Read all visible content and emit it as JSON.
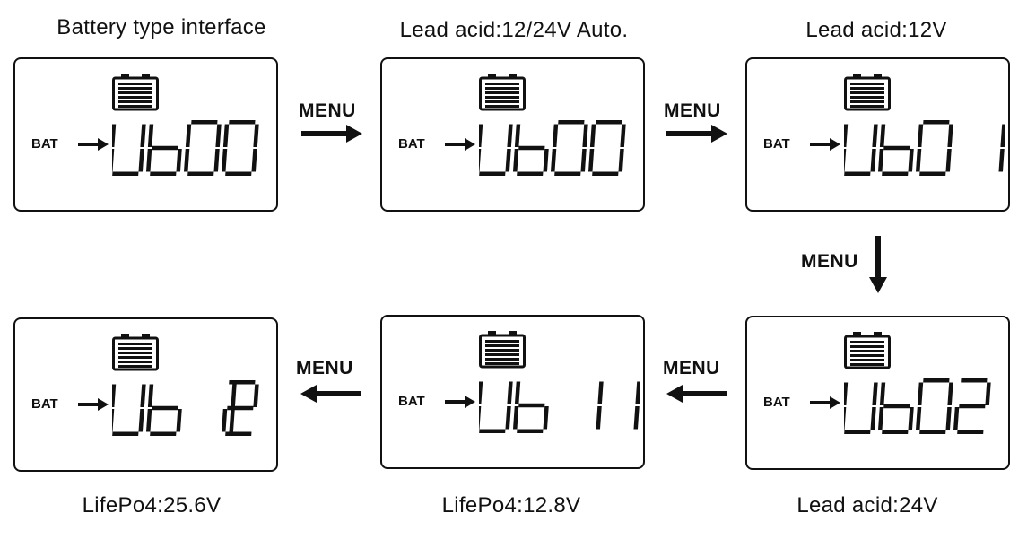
{
  "screens": [
    {
      "id": "s1",
      "caption": "Battery type interface",
      "bat": "BAT",
      "code": "Ub00"
    },
    {
      "id": "s2",
      "caption": "Lead acid:12/24V Auto.",
      "bat": "BAT",
      "code": "Ub00"
    },
    {
      "id": "s3",
      "caption": "Lead acid:12V",
      "bat": "BAT",
      "code": "Ub01"
    },
    {
      "id": "s4",
      "caption": "Lead acid:24V",
      "bat": "BAT",
      "code": "Ub02"
    },
    {
      "id": "s5",
      "caption": "LifePo4:12.8V",
      "bat": "BAT",
      "code": "Ub11"
    },
    {
      "id": "s6",
      "caption": "LifePo4:25.6V",
      "bat": "BAT",
      "code": "Ub12"
    }
  ],
  "transitions": [
    {
      "from": "s1",
      "to": "s2",
      "label": "MENU",
      "direction": "right"
    },
    {
      "from": "s2",
      "to": "s3",
      "label": "MENU",
      "direction": "right"
    },
    {
      "from": "s3",
      "to": "s4",
      "label": "MENU",
      "direction": "down"
    },
    {
      "from": "s4",
      "to": "s5",
      "label": "MENU",
      "direction": "left"
    },
    {
      "from": "s5",
      "to": "s6",
      "label": "MENU",
      "direction": "left"
    }
  ],
  "colors": {
    "ink": "#111111",
    "background": "#ffffff"
  }
}
